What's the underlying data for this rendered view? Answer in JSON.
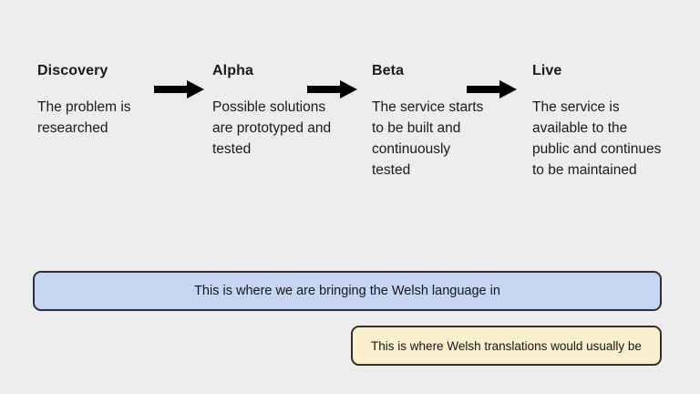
{
  "slide": {
    "background_color": "#ededed",
    "phases": [
      {
        "title": "Discovery",
        "description": "The problem is researched"
      },
      {
        "title": "Alpha",
        "description": "Possible solutions are prototyped and tested"
      },
      {
        "title": "Beta",
        "description": "The service starts to be built and continuously tested"
      },
      {
        "title": "Live",
        "description": "The service is available to the public and continues to be maintained"
      }
    ],
    "arrows": [
      {
        "name": "arrow-discovery-to-alpha",
        "color": "#000000"
      },
      {
        "name": "arrow-alpha-to-beta",
        "color": "#000000"
      },
      {
        "name": "arrow-beta-to-live",
        "color": "#000000"
      }
    ],
    "callouts": [
      {
        "id": "welsh-language-in",
        "text": "This is where we are bringing the Welsh language in",
        "fill_color": "#c6d6f2",
        "border_color": "#2b2f3a"
      },
      {
        "id": "welsh-translations-usually",
        "text": "This is where Welsh translations would usually be",
        "fill_color": "#fbf0cd",
        "border_color": "#3a2f22"
      }
    ]
  }
}
